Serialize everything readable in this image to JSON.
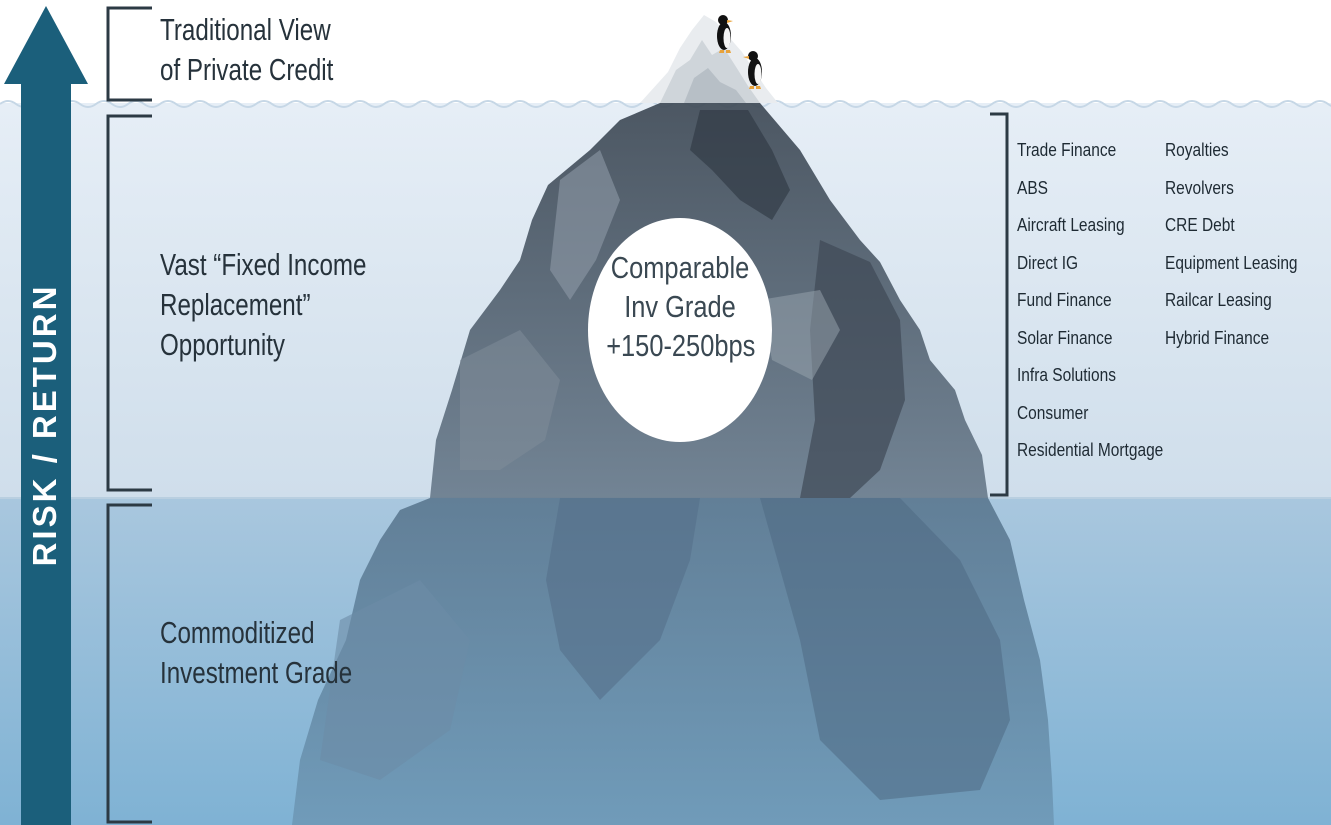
{
  "left_labels": {
    "traditional": [
      "Traditional View",
      "of Private Credit"
    ],
    "vast": [
      "Vast “Fixed Income",
      "Replacement”",
      "Opportunity"
    ],
    "commoditized": [
      "Commoditized",
      "Investment Grade"
    ]
  },
  "center_circle": [
    "Comparable",
    "Inv Grade",
    "+150-250bps"
  ],
  "axis_label": "RISK / RETURN",
  "asset_list": {
    "column1": [
      "Trade Finance",
      "ABS",
      "Aircraft Leasing",
      "Direct IG",
      "Fund Finance",
      "Solar Finance",
      "Infra Solutions",
      "Consumer",
      "Residential Mortgage"
    ],
    "column2": [
      "Royalties",
      "Revolvers",
      "CRE Debt",
      "Equipment Leasing",
      "Railcar Leasing",
      "Hybrid Finance"
    ]
  },
  "colors": {
    "arrow": "#1b5f7b",
    "water_top": "#dfe9f3",
    "water_deep": "#7aaed0",
    "bracket": "#2c3a44",
    "iceberg": "#5c6f82"
  }
}
